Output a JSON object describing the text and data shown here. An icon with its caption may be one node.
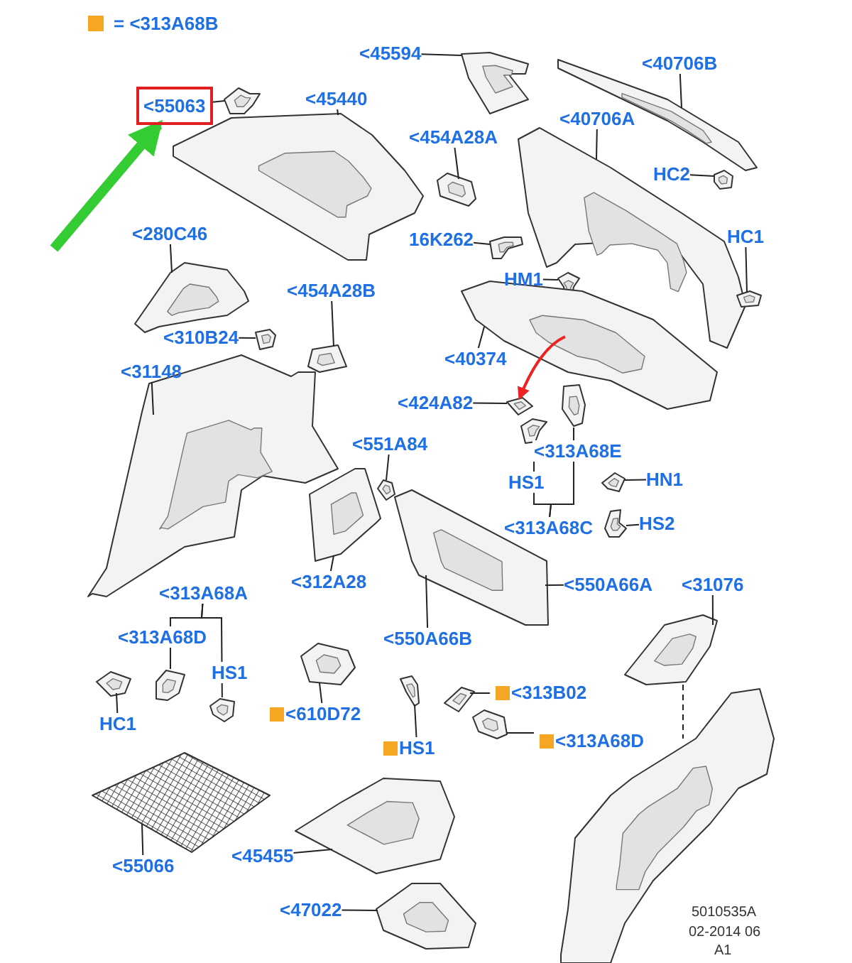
{
  "diagram": {
    "nodes": [
      {
        "text": [
          "<55063"
        ]
      },
      {
        "text": [],
        "shape": "picture"
      },
      {
        "text": [
          "<45440"
        ]
      },
      {
        "text": [],
        "shape": "picture"
      },
      {
        "text": [
          "<45594"
        ]
      },
      {
        "text": [],
        "shape": "picture"
      },
      {
        "text": [
          "<40706B"
        ]
      },
      {
        "text": [],
        "shape": "picture"
      },
      {
        "text": [
          "<454A28A"
        ]
      },
      {
        "text": [],
        "shape": "picture"
      },
      {
        "text": [
          "<40706A"
        ]
      },
      {
        "text": [],
        "shape": "picture"
      },
      {
        "text": [
          "HC2"
        ]
      },
      {
        "text": [],
        "shape": "picture"
      },
      {
        "text": [
          "16K262"
        ]
      },
      {
        "text": [],
        "shape": "picture"
      },
      {
        "text": [
          "HC1"
        ]
      },
      {
        "text": [],
        "shape": "picture"
      },
      {
        "text": [
          "HM1"
        ]
      },
      {
        "text": [],
        "shape": "picture"
      },
      {
        "text": [
          "<280C46"
        ]
      },
      {
        "text": [],
        "shape": "picture"
      },
      {
        "text": [
          "<454A28B"
        ]
      },
      {
        "text": [],
        "shape": "picture"
      },
      {
        "text": [
          "<310B24"
        ]
      },
      {
        "text": [],
        "shape": "picture"
      },
      {
        "text": [
          "<31148"
        ]
      },
      {
        "text": [],
        "shape": "picture"
      },
      {
        "text": [
          "<40374"
        ]
      },
      {
        "text": [],
        "shape": "picture"
      },
      {
        "text": [
          "<424A82"
        ]
      },
      {
        "text": [],
        "shape": "picture"
      },
      {
        "text": [
          "<313A68C"
        ]
      },
      {
        "text": [],
        "shape": "picture"
      },
      {
        "text": [],
        "shape": "picture"
      },
      {
        "text": [
          "HN1"
        ]
      },
      {
        "text": [],
        "shape": "picture"
      },
      {
        "text": [
          "HS2"
        ]
      },
      {
        "text": [],
        "shape": "picture"
      },
      {
        "text": [
          "<551A84"
        ]
      },
      {
        "text": [],
        "shape": "picture"
      },
      {
        "text": [
          "<312A28"
        ]
      },
      {
        "text": [],
        "shape": "picture"
      },
      {
        "text": [
          "<550A66A"
        ]
      },
      {
        "text": [],
        "shape": "picture"
      },
      {
        "text": [
          "<550A66B"
        ]
      },
      {
        "text": [
          "<31076"
        ]
      },
      {
        "text": [],
        "shape": "picture"
      },
      {
        "text": [],
        "shape": "picture"
      },
      {
        "text": [
          "<313A68A"
        ]
      },
      {
        "text": [],
        "shape": "picture"
      },
      {
        "text": [],
        "shape": "picture"
      },
      {
        "text": [
          "HC1"
        ]
      },
      {
        "text": [],
        "shape": "picture"
      },
      {
        "text": [
          "<610D72"
        ]
      },
      {
        "text": [],
        "shape": "picture"
      },
      {
        "text": [
          "HS1"
        ]
      },
      {
        "text": [],
        "shape": "picture"
      },
      {
        "text": [
          "<313B02"
        ]
      },
      {
        "text": [],
        "shape": "picture"
      },
      {
        "text": [
          "<313A68D"
        ]
      },
      {
        "text": [],
        "shape": "picture"
      },
      {
        "text": [
          "<55066"
        ]
      },
      {
        "text": [],
        "shape": "picture"
      },
      {
        "text": [
          "<45455"
        ]
      },
      {
        "text": [],
        "shape": "picture"
      },
      {
        "text": [
          "<47022"
        ]
      },
      {
        "text": [],
        "shape": "picture"
      }
    ],
    "edges": [
      {
        "from": null,
        "to": 0,
        "arrow": "to",
        "style": "thick",
        "color": "#33cc33"
      },
      {
        "from": 0,
        "to": 1,
        "arrow": "none"
      },
      {
        "from": 2,
        "to": 3,
        "arrow": "none"
      },
      {
        "from": 4,
        "to": 5,
        "arrow": "none"
      },
      {
        "from": 6,
        "to": 7,
        "arrow": "none"
      },
      {
        "from": 8,
        "to": 9,
        "arrow": "none"
      },
      {
        "from": 10,
        "to": 11,
        "arrow": "none"
      },
      {
        "from": 12,
        "to": 13,
        "arrow": "none"
      },
      {
        "from": 14,
        "to": 15,
        "arrow": "none"
      },
      {
        "from": 16,
        "to": 17,
        "arrow": "none"
      },
      {
        "from": 18,
        "to": 19,
        "arrow": "none"
      },
      {
        "from": 20,
        "to": 21,
        "arrow": "none"
      },
      {
        "from": 22,
        "to": 23,
        "arrow": "none"
      },
      {
        "from": 24,
        "to": 25,
        "arrow": "none"
      },
      {
        "from": 26,
        "to": 27,
        "arrow": "none"
      },
      {
        "from": 28,
        "to": 29,
        "arrow": "none"
      },
      {
        "from": 30,
        "to": 31,
        "arrow": "none"
      },
      {
        "from": 32,
        "to": 33,
        "arrow": "none",
        "label": "HS1"
      },
      {
        "from": 32,
        "to": 34,
        "arrow": "none",
        "label": "<313A68E"
      },
      {
        "from": 35,
        "to": 36,
        "arrow": "none"
      },
      {
        "from": 37,
        "to": 38,
        "arrow": "none"
      },
      {
        "from": 39,
        "to": 40,
        "arrow": "none"
      },
      {
        "from": 41,
        "to": 42,
        "arrow": "none"
      },
      {
        "from": 43,
        "to": 44,
        "arrow": "none"
      },
      {
        "from": 45,
        "to": 44,
        "arrow": "none"
      },
      {
        "from": 46,
        "to": 47,
        "arrow": "none"
      },
      {
        "from": 49,
        "to": 50,
        "arrow": "none",
        "label": "<313A68D"
      },
      {
        "from": 49,
        "to": 51,
        "arrow": "none",
        "label": "HS1"
      },
      {
        "from": 52,
        "to": 53,
        "arrow": "none"
      },
      {
        "from": 54,
        "to": 55,
        "arrow": "none"
      },
      {
        "from": 56,
        "to": 57,
        "arrow": "none"
      },
      {
        "from": 58,
        "to": 59,
        "arrow": "none"
      },
      {
        "from": 60,
        "to": 61,
        "arrow": "none"
      },
      {
        "from": 62,
        "to": 63,
        "arrow": "none"
      },
      {
        "from": 64,
        "to": 65,
        "arrow": "none"
      },
      {
        "from": 66,
        "to": 67,
        "arrow": "none"
      },
      {
        "from": 29,
        "to": 31,
        "arrow": "to",
        "color": "#ee2222"
      },
      {
        "from": 47,
        "to": 48,
        "arrow": "none",
        "style": "dashed"
      }
    ],
    "labels": [
      "5010535A",
      "02-2014 06",
      "A1"
    ],
    "legend": [
      {
        "text": "= <313A68B",
        "color": "#f5a623"
      }
    ]
  }
}
